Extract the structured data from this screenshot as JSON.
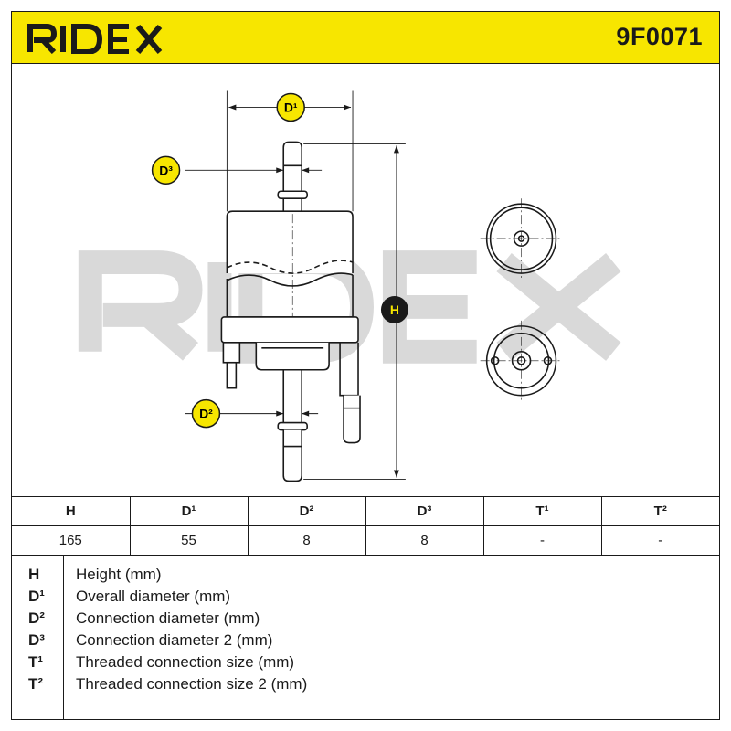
{
  "header": {
    "brand": "RIDEX",
    "part_number": "9F0071",
    "accent_color": "#f7e600"
  },
  "drawing": {
    "watermark": "RIDEX",
    "labels": {
      "d1": "D¹",
      "d2": "D²",
      "d3": "D³",
      "h": "H"
    }
  },
  "spec_table": {
    "headers": [
      "H",
      "D¹",
      "D²",
      "D³",
      "T¹",
      "T²"
    ],
    "values": [
      "165",
      "55",
      "8",
      "8",
      "-",
      "-"
    ]
  },
  "legend": [
    {
      "symbol": "H",
      "description": "Height (mm)"
    },
    {
      "symbol": "D¹",
      "description": "Overall diameter (mm)"
    },
    {
      "symbol": "D²",
      "description": "Connection diameter (mm)"
    },
    {
      "symbol": "D³",
      "description": "Connection diameter 2 (mm)"
    },
    {
      "symbol": "T¹",
      "description": "Threaded connection size (mm)"
    },
    {
      "symbol": "T²",
      "description": "Threaded connection size 2 (mm)"
    }
  ]
}
